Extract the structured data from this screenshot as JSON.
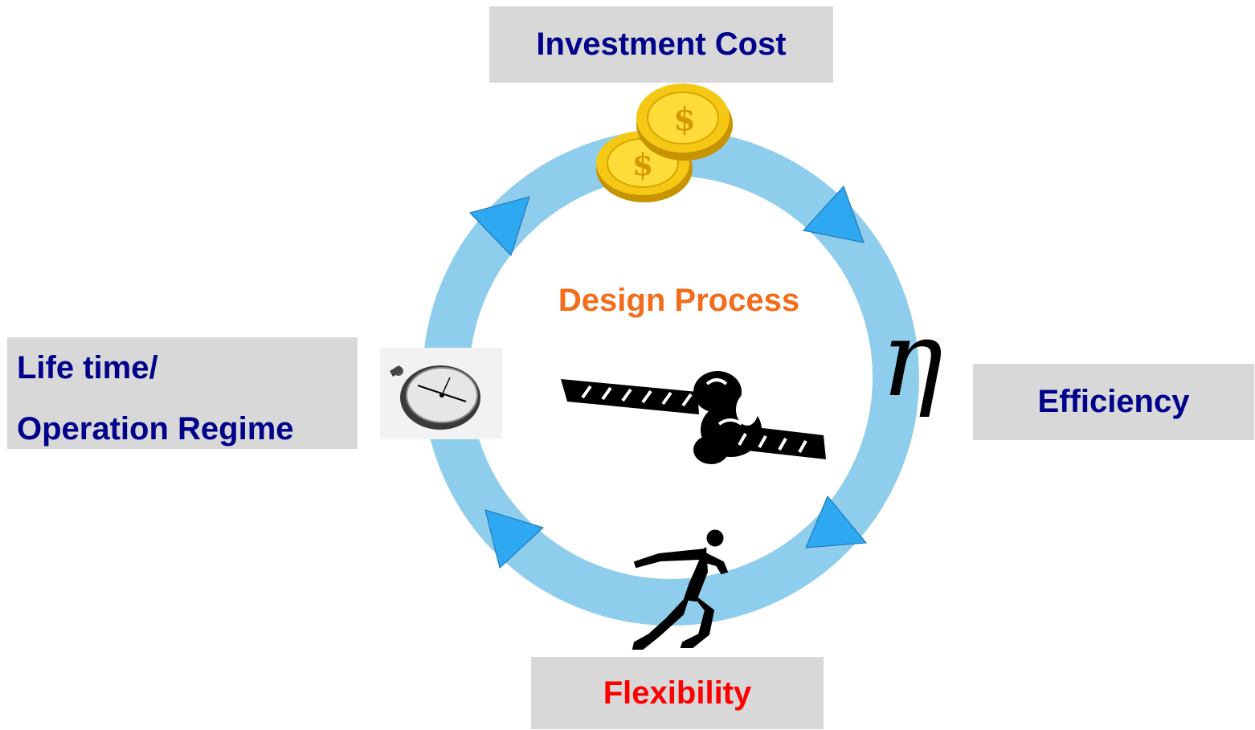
{
  "diagram": {
    "center_title": "Design Process",
    "nodes": {
      "investment_cost": "Investment Cost",
      "efficiency": "Efficiency",
      "flexibility": "Flexibility",
      "lifetime_line1": "Life time/",
      "lifetime_line2": "Operation Regime"
    },
    "symbols": {
      "efficiency_symbol": "η"
    },
    "icons": [
      "coins-icon",
      "stopwatch-icon",
      "sprinter-icon",
      "knotted-rope-icon",
      "cycle-arrow-icon"
    ],
    "colors": {
      "ring": "#8fcdec",
      "arrow": "#2ea8f0",
      "box_background": "#d8d8d8",
      "label_blue": "#00008b",
      "label_red": "#ff0000",
      "title_orange": "#f26c1b"
    }
  }
}
